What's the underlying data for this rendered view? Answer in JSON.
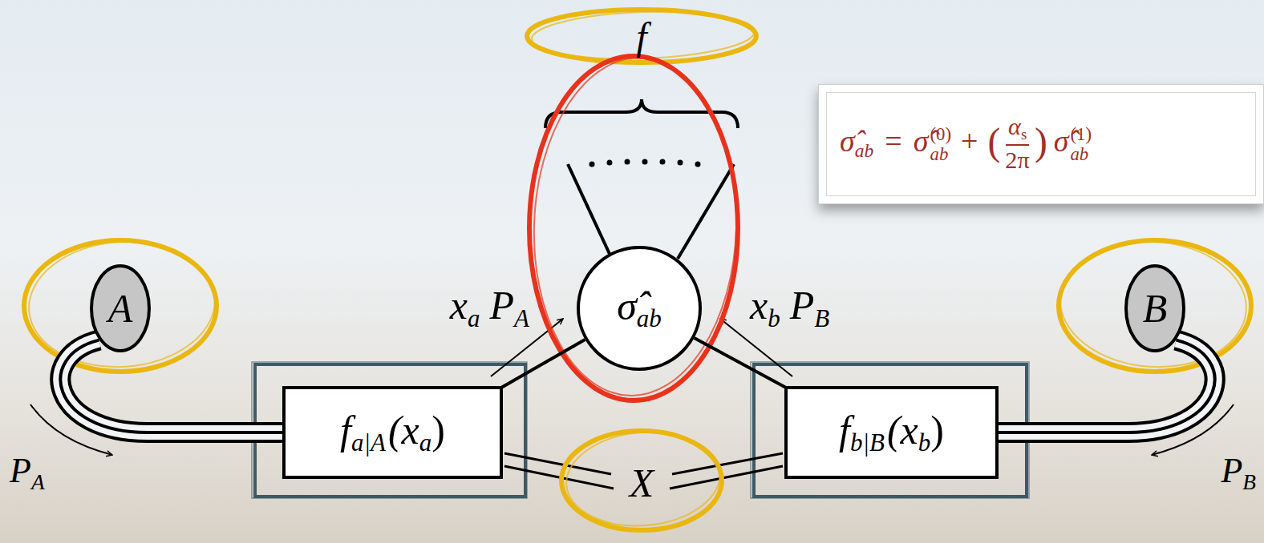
{
  "diagram": {
    "nodes": [
      {
        "text": [
          "σ̂",
          "ab",
          "=",
          "σ̂",
          "(0)",
          "ab",
          "+",
          "(",
          "α",
          "s",
          "2π",
          ")",
          "σ̂",
          "(1)",
          "ab"
        ]
      },
      {
        "text": [
          "A"
        ]
      },
      {
        "text": [
          "σ̂",
          "ab"
        ]
      },
      {
        "text": [
          "B"
        ]
      },
      {
        "text": [
          "f",
          "a|A",
          "(x",
          "a",
          ")"
        ]
      },
      {
        "text": [
          "f",
          "b|B",
          "(x",
          "b",
          ")"
        ]
      }
    ],
    "edges": [
      {
        "from": 1,
        "to": 4,
        "arrow": "none"
      },
      {
        "from": 4,
        "to": 2,
        "arrow": "none"
      },
      {
        "from": 5,
        "to": 2,
        "arrow": "none"
      },
      {
        "from": 3,
        "to": 5,
        "arrow": "none"
      }
    ],
    "labels": [
      "x",
      "a",
      "P",
      "A",
      "x",
      "b",
      "P",
      "B",
      "P",
      "A",
      "P",
      "B",
      "X",
      "f"
    ]
  }
}
